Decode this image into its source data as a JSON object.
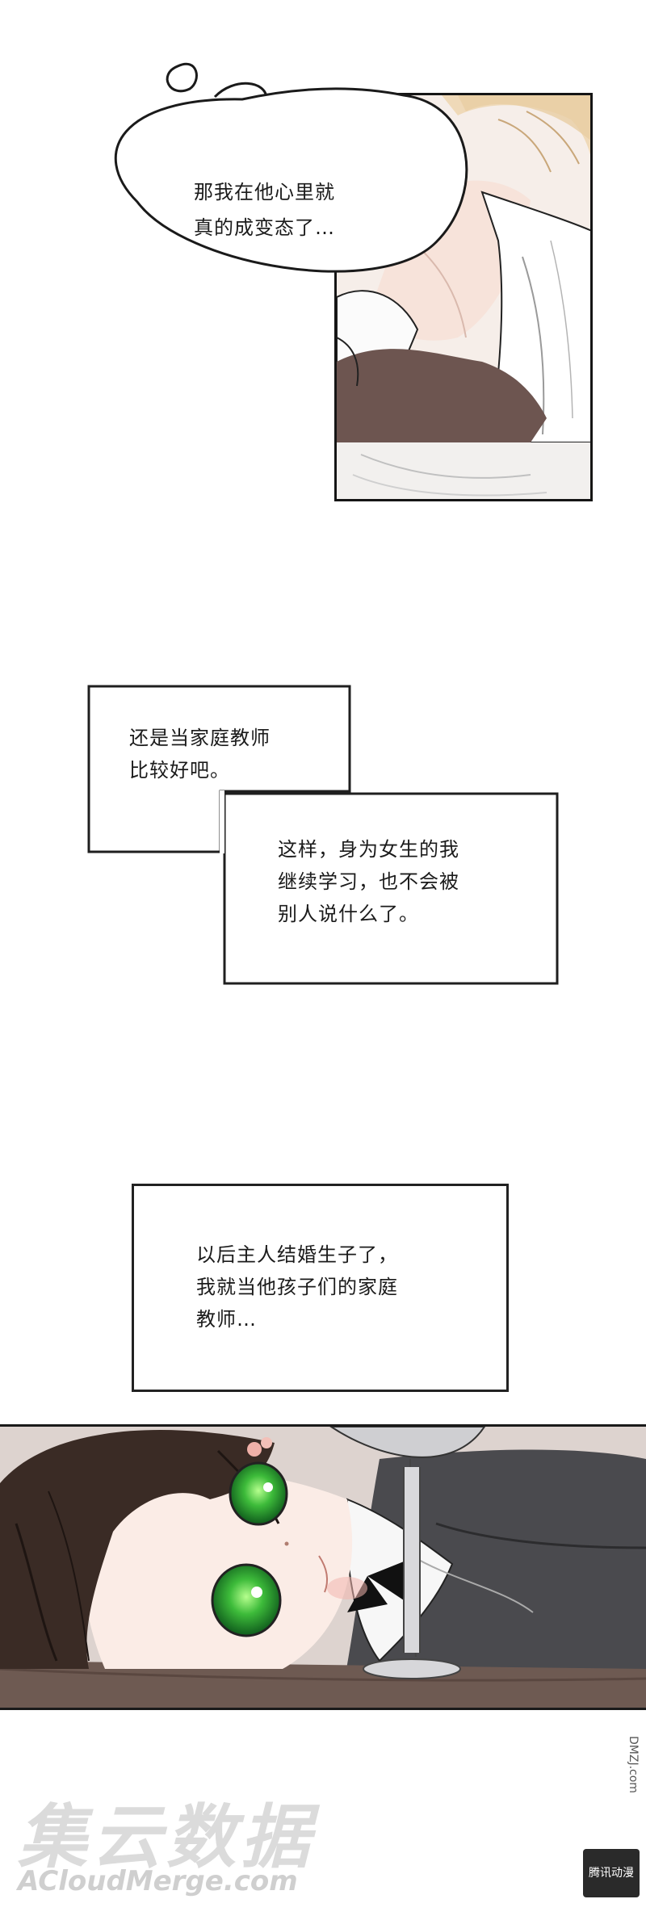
{
  "panel1": {
    "thought_bubble": {
      "lines": [
        "那我在他心里就",
        "真的成变态了…"
      ]
    }
  },
  "narration": {
    "box1": {
      "lines": [
        "还是当家庭教师",
        "比较好吧。"
      ]
    },
    "box2": {
      "lines": [
        "这样，身为女生的我",
        "继续学习，也不会被",
        "别人说什么了。"
      ]
    },
    "box3": {
      "lines": [
        "以后主人结婚生子了，",
        "我就当他孩子们的家庭",
        "教师…"
      ]
    }
  },
  "watermarks": {
    "site_cn": "集云数据",
    "site_en": "ACloudMerge.com",
    "side_mark": "DMZJ.com",
    "side_cn": "腾讯动漫"
  },
  "colors": {
    "ink": "#151515",
    "skin": "#f4ebe6",
    "eye_green": "#3dbb3a",
    "hair": "#3a2b25",
    "table": "#6e5a52"
  }
}
